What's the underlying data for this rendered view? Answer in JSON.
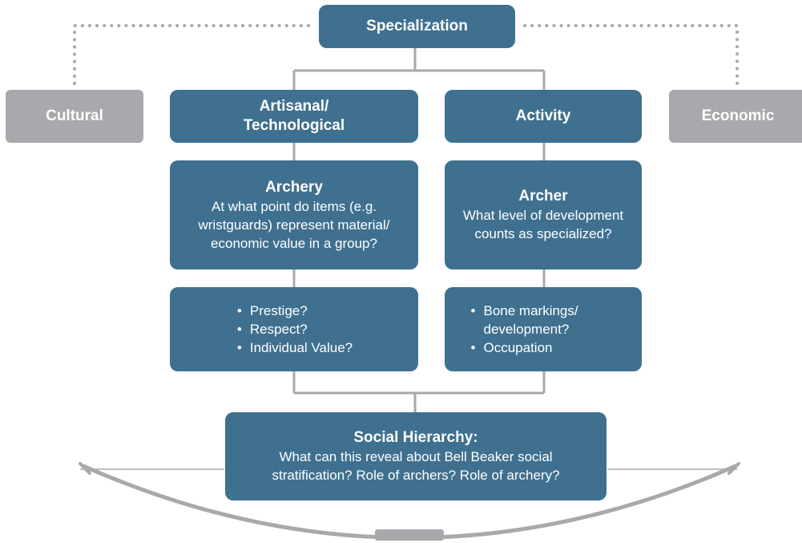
{
  "diagram": {
    "top": {
      "title": "Specialization"
    },
    "side_left": {
      "title": "Cultural"
    },
    "side_right": {
      "title": "Economic"
    },
    "left_column": {
      "header": "Artisanal/ Technological",
      "question_title": "Archery",
      "question_text": "At what point do items (e.g. wristguards) represent material/ economic value in a group?",
      "bullets": [
        "Prestige?",
        "Respect?",
        "Individual Value?"
      ]
    },
    "right_column": {
      "header": "Activity",
      "question_title": "Archer",
      "question_text": "What level of development counts as specialized?",
      "bullets": [
        "Bone markings/ development?",
        "Occupation"
      ]
    },
    "bottom": {
      "title": "Social Hierarchy:",
      "text": "What can this reveal about Bell Beaker social stratification? Role of archers? Role of archery?"
    },
    "colors": {
      "box": "#3f708f",
      "side_box": "#a7a9ac",
      "connector": "#a7a9ac",
      "bow": "#a7a9ac"
    }
  }
}
